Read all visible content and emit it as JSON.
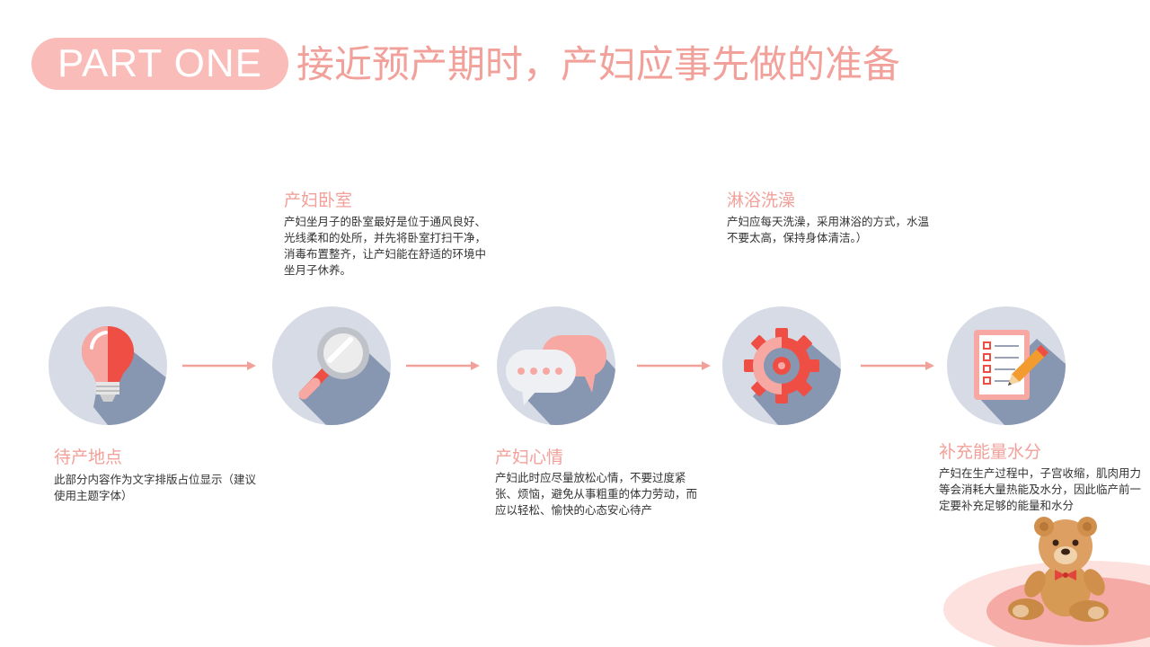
{
  "header": {
    "part_label": "PART ONE",
    "title": "接近预产期时，产妇应事先做的准备"
  },
  "steps": [
    {
      "title": "待产地点",
      "text": "此部分内容作为文字排版占位显示（建议使用主题字体）",
      "icon": "lightbulb-icon"
    },
    {
      "title": "产妇卧室",
      "text": "产妇坐月子的卧室最好是位于通风良好、光线柔和的处所，并先将卧室打扫干净，消毒布置整齐，让产妇能在舒适的环境中坐月子休养。",
      "icon": "magnifier-icon"
    },
    {
      "title": "产妇心情",
      "text": "产妇此时应尽量放松心情，不要过度紧张、烦恼，避免从事粗重的体力劳动，而应以轻松、愉快的心态安心待产",
      "icon": "chat-bubbles-icon"
    },
    {
      "title": "淋浴洗澡",
      "text": "产妇应每天洗澡，采用淋浴的方式，水温不要太高，保持身体清洁。）",
      "icon": "gear-icon"
    },
    {
      "title": "补充能量水分",
      "text": "产妇在生产过程中，子宫收缩，肌肉用力等会消耗大量热能及水分，因此临产前一定要补充足够的能量和水分",
      "icon": "checklist-pencil-icon"
    }
  ],
  "colors": {
    "accent": "#f2a09a",
    "pill": "#f9bcb8",
    "circle": "#d7dbe5",
    "shadow": "#8796b1",
    "red": "#ef4e44"
  }
}
